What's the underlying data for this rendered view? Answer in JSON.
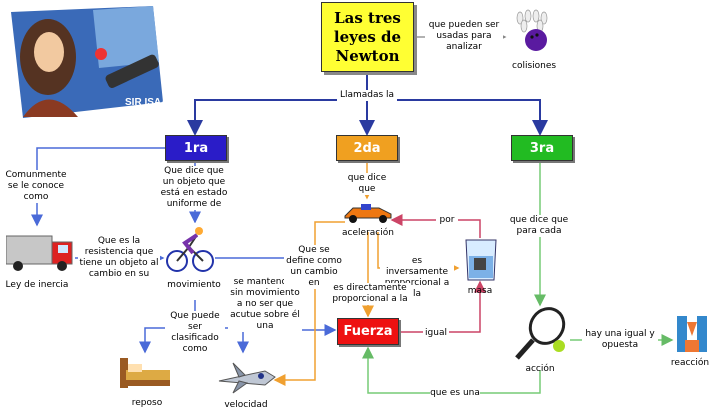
{
  "concept_map": {
    "title": "Las tres leyes de Newton",
    "portrait_caption": "SIR ISAAC NEWTON",
    "nodes": {
      "law1": "1ra",
      "law2": "2da",
      "law3": "3ra",
      "colisiones": "colisiones",
      "ley_inercia": "Ley de inercia",
      "movimiento": "movimiento",
      "reposo": "reposo",
      "velocidad": "velocidad",
      "aceleracion": "aceleración",
      "masa": "masa",
      "fuerza": "Fuerza",
      "accion": "acción",
      "reaccion": "reacción"
    },
    "links": {
      "pueden_ser": "que pueden ser usadas para analizar",
      "llamadas": "Llamadas la",
      "comunmente": "Comunmente se le conoce como",
      "que_dice_1": "Que dice que un objeto que está en estado uniforme de",
      "que_es_resistencia": "Que es la resistencia que tiene un objeto al cambio en su",
      "puede_ser": "Que puede ser clasificado como",
      "se_mantendra": "se mantendrá sin movimiento a no ser que acutue sobre él una",
      "que_se_define": "Que se define como un cambio en",
      "que_dice_2": "que dice que",
      "por": "por",
      "inversamente": "es inversamente proporcional a la",
      "directamente": "es directamente proporcional a la",
      "igual": "igual",
      "que_dice_3": "que dice que para cada",
      "igual_opuesta": "hay una igual y opuesta",
      "que_es_una": "que es una"
    }
  },
  "colors": {
    "law1": "#2a1cc8",
    "law2": "#f0a020",
    "law3": "#22bb22",
    "fuerza": "#ee1111",
    "title": "#ffff33",
    "blue_line": "#4a6ad8",
    "orange_line": "#f0a030",
    "green_line": "#77cc77",
    "red_line": "#cc4466",
    "gray_line": "#999999"
  }
}
